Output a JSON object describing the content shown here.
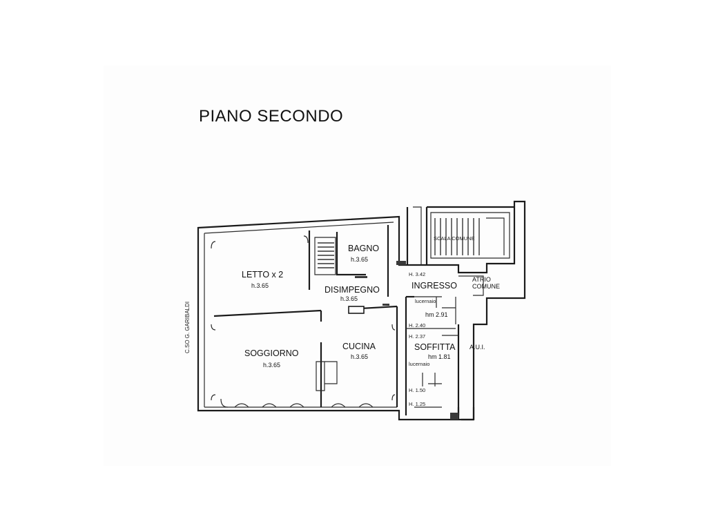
{
  "title": "PIANO SECONDO",
  "street": "C.SO G. GARIBALDI",
  "rooms": {
    "letto": {
      "name": "LETTO x 2",
      "height": "h.3.65"
    },
    "bagno": {
      "name": "BAGNO",
      "height": "h.3.65"
    },
    "disimpegno": {
      "name": "DISIMPEGNO",
      "height": "h.3.65"
    },
    "soggiorno": {
      "name": "SOGGIORNO",
      "height": "h.3.65"
    },
    "cucina": {
      "name": "CUCINA",
      "height": "h.3.65"
    },
    "ingresso": {
      "name": "INGRESSO",
      "height": "hm 2.91",
      "top_height": "H. 3.42"
    },
    "soffitta": {
      "name": "SOFFITTA",
      "height": "hm 1.81"
    },
    "atrio": {
      "line1": "ATRIO",
      "line2": "COMUNE"
    },
    "scala": {
      "name": "SCALA COMUNE"
    }
  },
  "labels": {
    "aui": "A.U.I.",
    "lucernaio_1": "lucernaio",
    "lucernaio_2": "lucernaio",
    "h_240": "H. 2.40",
    "h_237": "H. 2.37",
    "h_150": "H. 1.50",
    "h_125": "H. 1.25"
  }
}
